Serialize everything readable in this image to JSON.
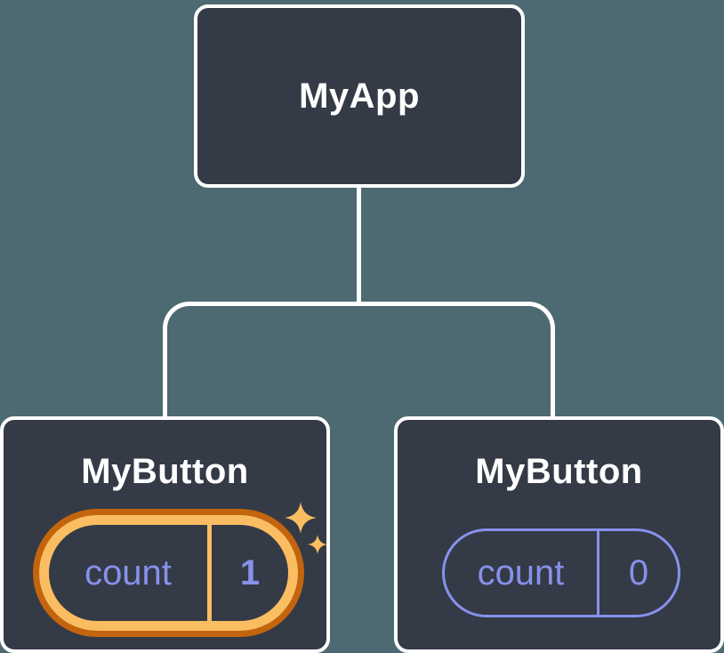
{
  "diagram": {
    "description": "Component tree with state",
    "root": {
      "label": "MyApp"
    },
    "children": [
      {
        "label": "MyButton",
        "state": {
          "name": "count",
          "value": "1"
        },
        "highlighted": true
      },
      {
        "label": "MyButton",
        "state": {
          "name": "count",
          "value": "0"
        },
        "highlighted": false
      }
    ]
  },
  "colors": {
    "background": "#4D6971",
    "node_fill": "#343A46",
    "node_border": "#FFFFFF",
    "node_text": "#FFFFFF",
    "state_text": "#8791EB",
    "plain_pill_border": "#8791EB",
    "glow_ring_outer": "#C4650D",
    "glow_ring_inner": "#FABD62",
    "sparkle": "#FABD62"
  },
  "icons": [
    {
      "name": "sparkle-icon",
      "meaning": "state just updated / highlight"
    }
  ]
}
